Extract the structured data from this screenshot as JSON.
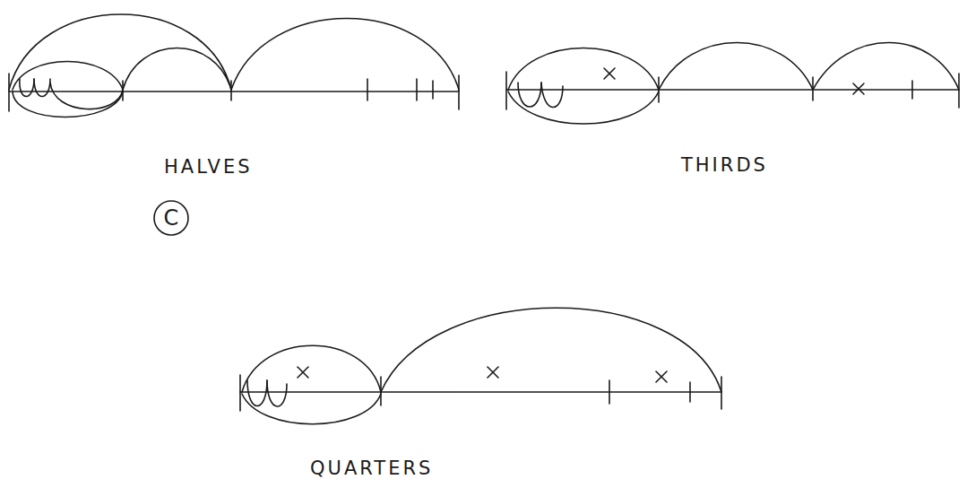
{
  "diagram": {
    "nodes": [
      {
        "text": [
          "C"
        ]
      }
    ],
    "labels": [
      "HALVES",
      "THIRDS",
      "QUARTERS"
    ]
  }
}
